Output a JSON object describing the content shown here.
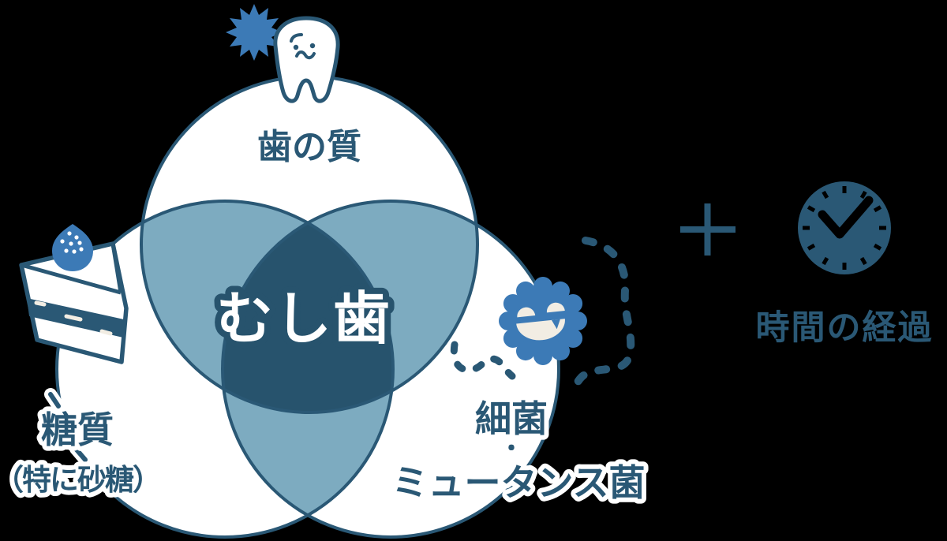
{
  "background": "#000000",
  "palette": {
    "bg": "#000000",
    "navy": "#2a5875",
    "navy_deep": "#27536d",
    "overlap_light": "#7dabc0",
    "bright_blue": "#3c7ab6",
    "cream": "#f2ede3",
    "white": "#ffffff"
  },
  "venn": {
    "center_label": "むし歯",
    "top_circle": {
      "label": "歯の質",
      "icon": "tooth-icon"
    },
    "left_circle": {
      "label": "糖質",
      "sublabel": "（特に砂糖）",
      "icon": "cake-icon"
    },
    "right_circle": {
      "label_line1": "細菌",
      "separator": "・",
      "label_line2": "ミュータンス菌",
      "icon": "bacteria-icon"
    }
  },
  "time_factor": {
    "label": "時間の経過",
    "plus_icon": "plus-icon",
    "clock_icon": "clock-icon"
  },
  "icons": {
    "tooth-icon": "molar tooth with worried face",
    "sparkle-icon": "blue pain starburst behind tooth",
    "cake-icon": "slice of layered cake",
    "strawberry-icon": "blue strawberry on cake",
    "bacteria-icon": "smiling cog-shaped microbe with fang",
    "bacteria-trail-left-icon": "small dashed wiggle trail",
    "bacteria-trail-right-icon": "long dashed curved trail",
    "plus-icon": "plus sign",
    "clock-icon": "solid clock face with check-style hands"
  }
}
